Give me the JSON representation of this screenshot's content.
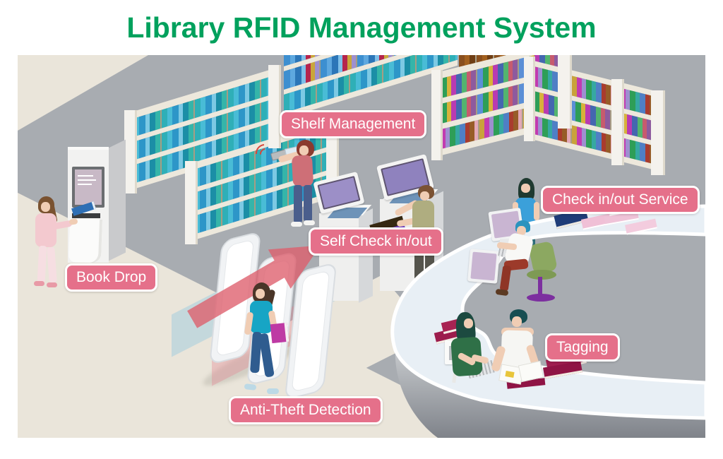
{
  "title": {
    "text": "Library RFID Management System"
  },
  "labels": {
    "shelf_management": "Shelf Management",
    "check_in_out_service": "Check in/out Service",
    "self_check_in_out": "Self Check in/out",
    "book_drop": "Book Drop",
    "anti_theft_detection": "Anti-Theft Detection",
    "tagging": "Tagging"
  },
  "palette": {
    "title_green": "#00A15D",
    "label_pink": "#E5708A",
    "label_text": "#FFFFFF",
    "carpet_gray": "#A8ACB1",
    "floor_beige": "#EAE5DA",
    "arrow_red": "#DE5D6E",
    "counter_top": "#E8EFF5",
    "book_teal": "#2FAFB7",
    "book_crimson": "#9C1C4C"
  }
}
